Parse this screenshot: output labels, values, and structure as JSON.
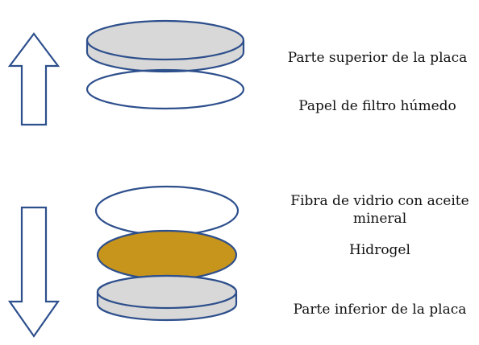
{
  "labels": {
    "top_plate": "Parte superior de la placa",
    "wet_filter_paper": "Papel de filtro húmedo",
    "glass_fiber": "Fibra de vidrio con aceite mineral",
    "hydrogel": "Hidrogel",
    "bottom_plate": "Parte inferior de la placa"
  },
  "colors": {
    "outline": "#2d4f8c",
    "plate_fill": "#d8d8d8",
    "hydrogel_fill": "#c8951c",
    "white": "#ffffff"
  }
}
